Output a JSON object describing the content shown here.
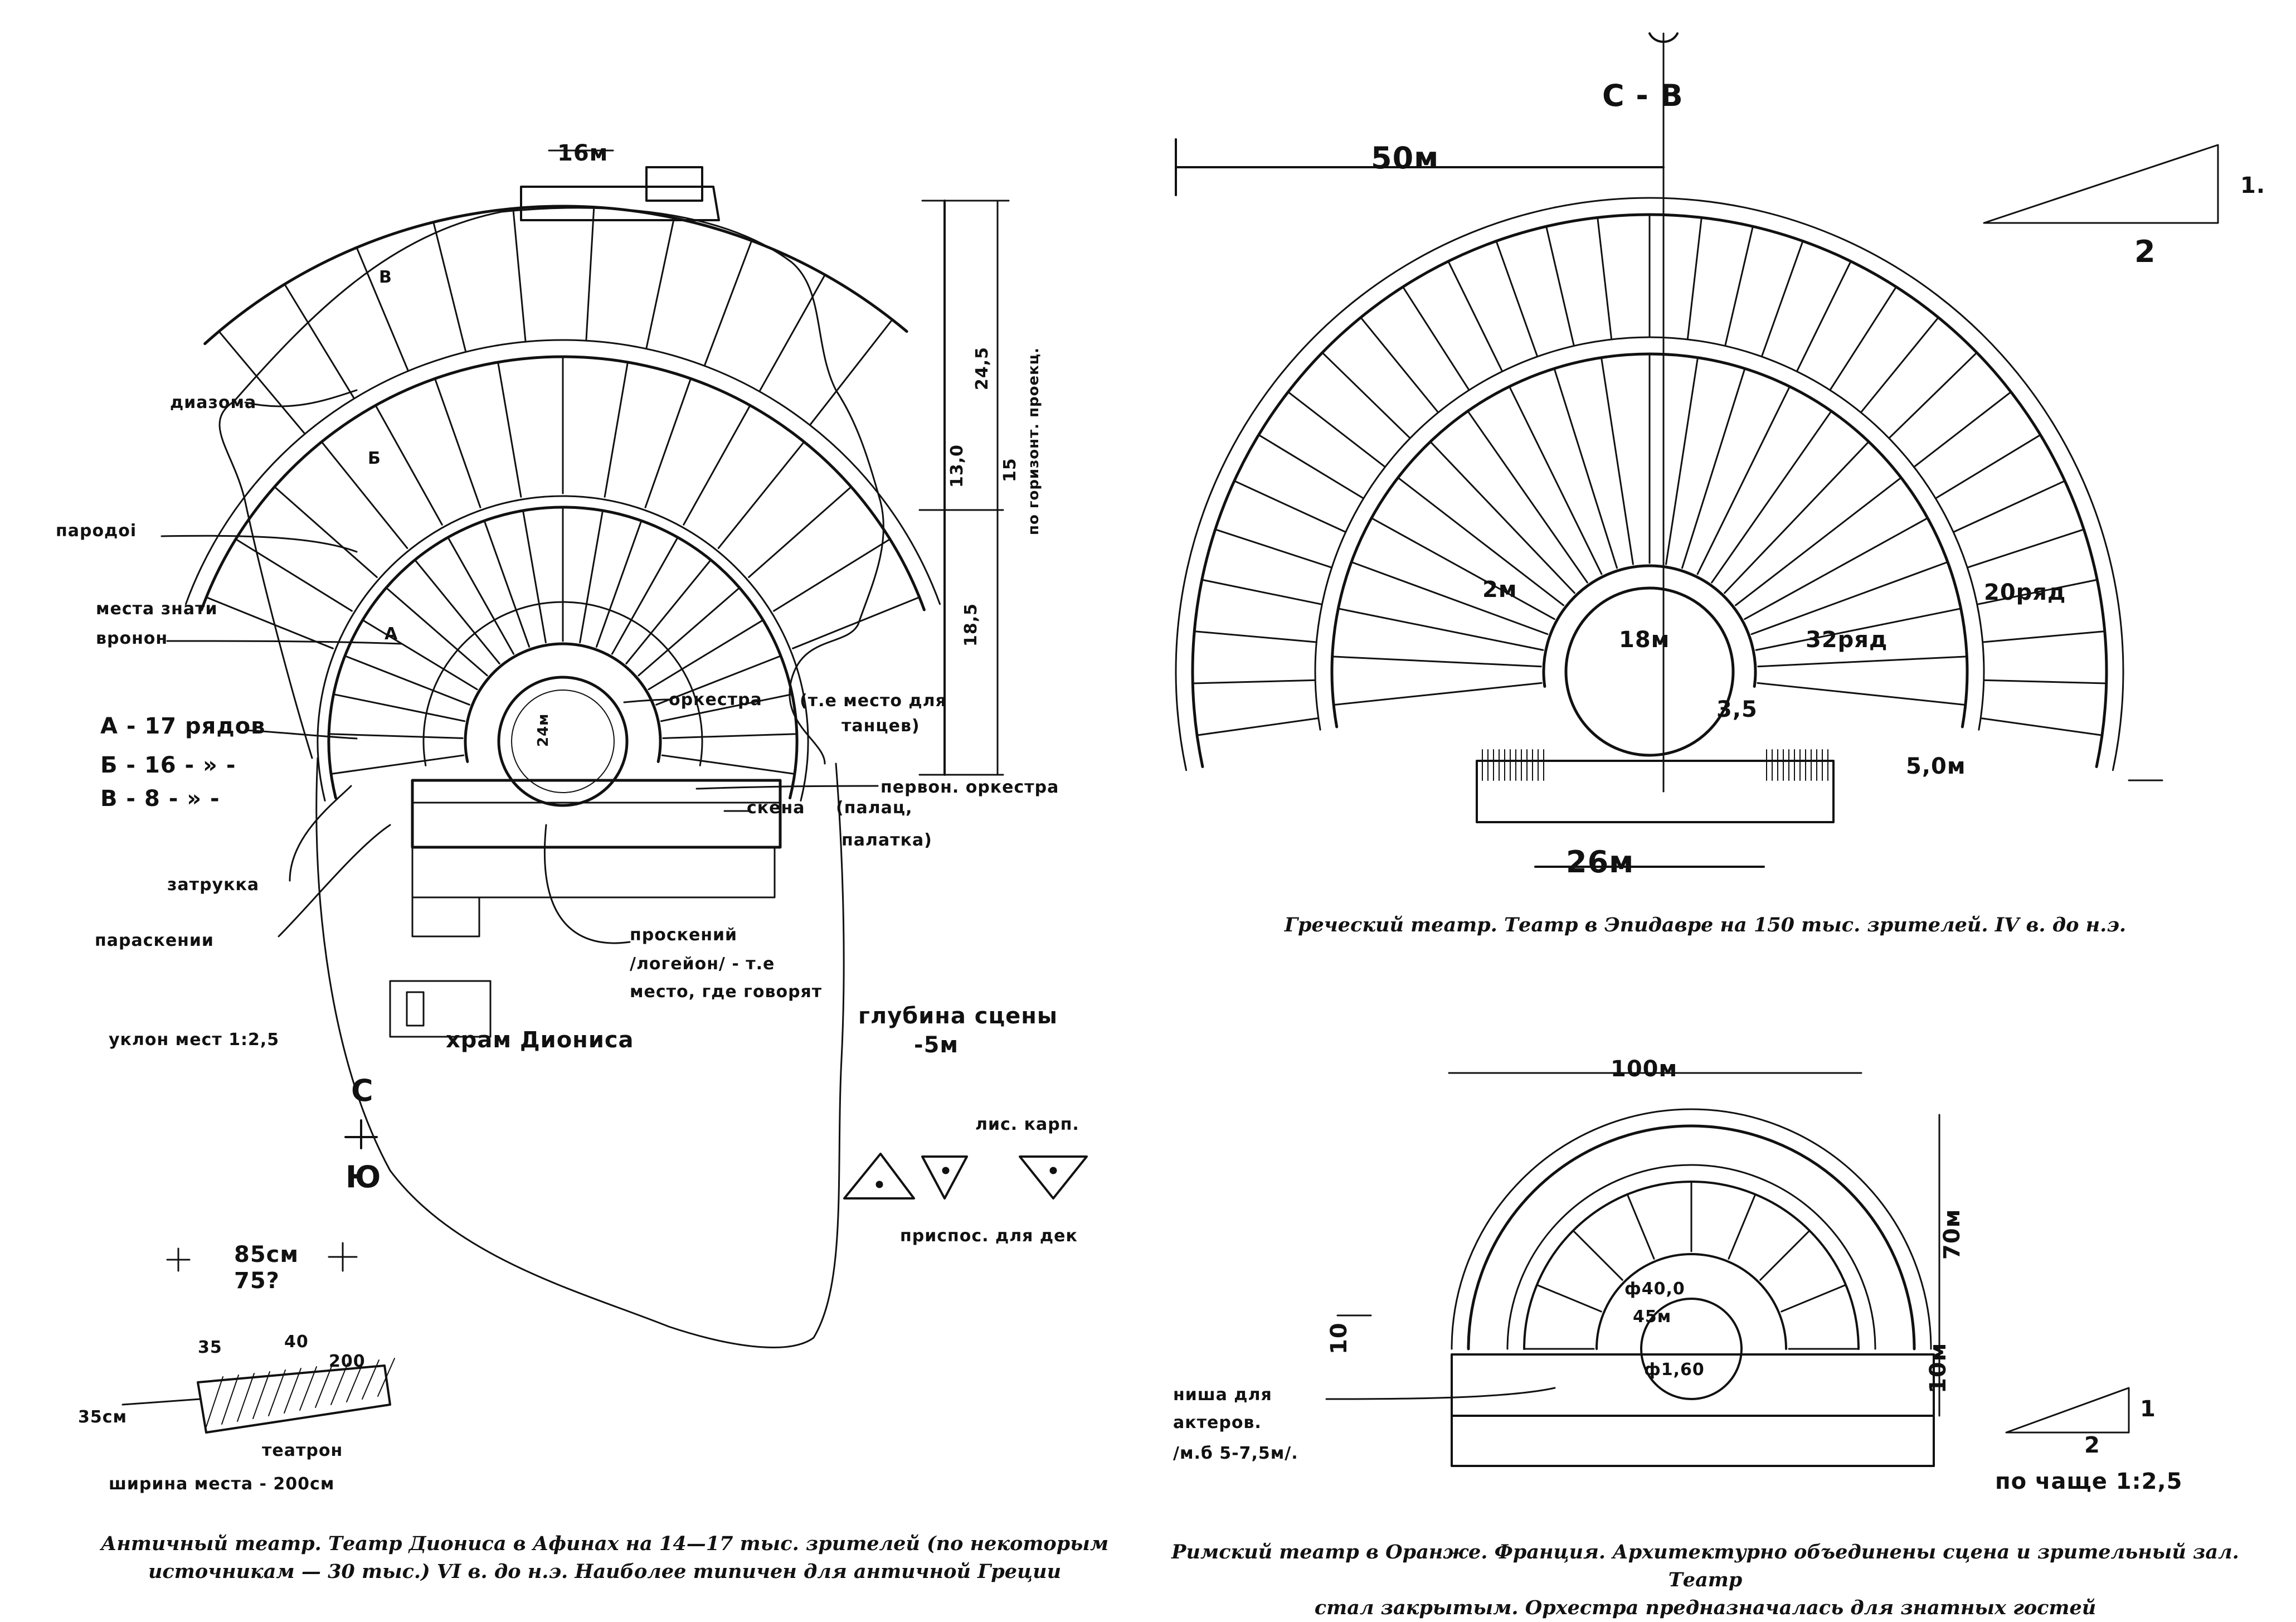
{
  "athens": {
    "label_top_dim": "16м",
    "label_diazoma": "диазома",
    "label_parodoi": "пародоі",
    "label_honor_seats": "места знати",
    "label_honor_seats_2": "вронон",
    "label_rows_a": "А - 17 рядов",
    "label_rows_b": "Б - 16 - » -",
    "label_rows_c": "В - 8 - » -",
    "label_orchestra": "оркестра",
    "label_chorus_place": "(т.е место для",
    "label_chorus_place_2": "танцев)",
    "label_first_orchestra": "первон. оркестра",
    "label_skene": "скена",
    "label_tent": "(палац,",
    "label_tent_2": "палатка)",
    "label_barrier": "затрукка",
    "label_paraskenion": "параскении",
    "label_proskenion": "проскений",
    "label_logeion": "/логейон/ - т.е",
    "label_logeion_2": "место, где говорят",
    "label_temple": "храм Диониса",
    "label_slope": "уклон мест 1:2,5",
    "label_depth": "глубина сцены",
    "label_depth_val": "-5м",
    "label_dim_13": "13,0",
    "label_dim_24": "24,5",
    "label_dim_15": "15",
    "label_dim_185": "18,5",
    "label_dim_note": "по горизонт. проекц.",
    "label_sector_a": "А",
    "label_sector_b": "Б",
    "label_sector_c": "В",
    "label_orch_dim": "24м",
    "label_north": "С",
    "label_south": "Ю",
    "label_lis_karp": "лис. карп.",
    "label_prispos": "приспос. для дек",
    "label_seat_width": "ширина места - 200см",
    "label_seat_top": "85см",
    "label_seat_q": "75?",
    "label_seat_dims_1": "35",
    "label_seat_dims_2": "40",
    "label_seat_dims_3": "200",
    "label_seat_h": "35см",
    "label_theatron": "театрон",
    "caption": [
      "Античный театр. Театр Диониса в Афинах на 14—17 тыс. зрителей (по некоторым",
      "источникам — 30 тыс.) VI в. до н.э. Наиболее типичен для античной Греции"
    ]
  },
  "epidaurus": {
    "label_cb": "С - В",
    "label_50m": "50м",
    "label_2m": "2м",
    "label_18m": "18м",
    "label_32rows": "32ряд",
    "label_20rows": "20ряд",
    "label_35": "3,5",
    "label_5m": "5,0м",
    "label_26m": "26м",
    "label_ratio_1": "1.",
    "label_ratio_2": "2",
    "caption": "Греческий театр. Театр в Эпидавре на 150 тыс. зрителей. IV в. до н.э."
  },
  "orange": {
    "label_100m": "100м",
    "label_70m": "70м",
    "label_orch": "ф40,0",
    "label_orch_2": "45м",
    "label_scene": "ф1,60",
    "label_niche": "ниша для",
    "label_niche_2": "актеров.",
    "label_niche_3": "/м.б 5-7,5м/.",
    "label_10": "10",
    "label_10m": "10м",
    "label_slope": "по чаще 1:2,5",
    "label_ratio_1": "1",
    "label_ratio_2": "2",
    "caption": [
      "Римский театр в Оранже. Франция. Архитектурно объединены сцена и зрительный зал. Театр",
      "стал закрытым. Орхестра предназначалась для знатных гостей"
    ]
  }
}
